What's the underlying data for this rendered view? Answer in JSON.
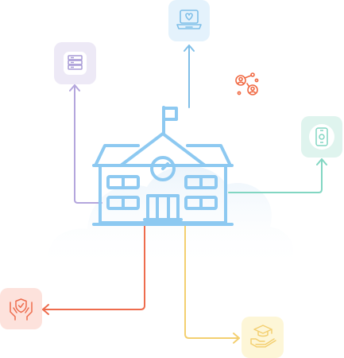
{
  "diagram": {
    "center": {
      "icon": "school-building-icon",
      "color": "#8dc9f1"
    },
    "nodes": [
      {
        "id": "top",
        "icon": "laptop-heart-icon",
        "tile_color": "#e4f2fc",
        "stroke": "#7fbfe8"
      },
      {
        "id": "upper-left",
        "icon": "server-stack-icon",
        "tile_color": "#ede9f6",
        "stroke": "#a79ad6"
      },
      {
        "id": "upper-right",
        "icon": "user-network-icon",
        "tile_color": "#ffffff",
        "stroke": "#f06a44"
      },
      {
        "id": "right",
        "icon": "mobile-device-icon",
        "tile_color": "#dff4ee",
        "stroke": "#82d6c2"
      },
      {
        "id": "lower-left",
        "icon": "hands-shield-icon",
        "tile_color": "#fde2dc",
        "stroke": "#ee6c4d"
      },
      {
        "id": "bottom",
        "icon": "graduation-cap-hand-icon",
        "tile_color": "#fdf6d7",
        "stroke": "#f3cf70"
      }
    ],
    "connector_colors": {
      "top": "#7fbfe8",
      "upper-left": "#b4a6dd",
      "right": "#82d6c2",
      "lower-left": "#ee6c4d",
      "bottom": "#f3cf70"
    }
  }
}
